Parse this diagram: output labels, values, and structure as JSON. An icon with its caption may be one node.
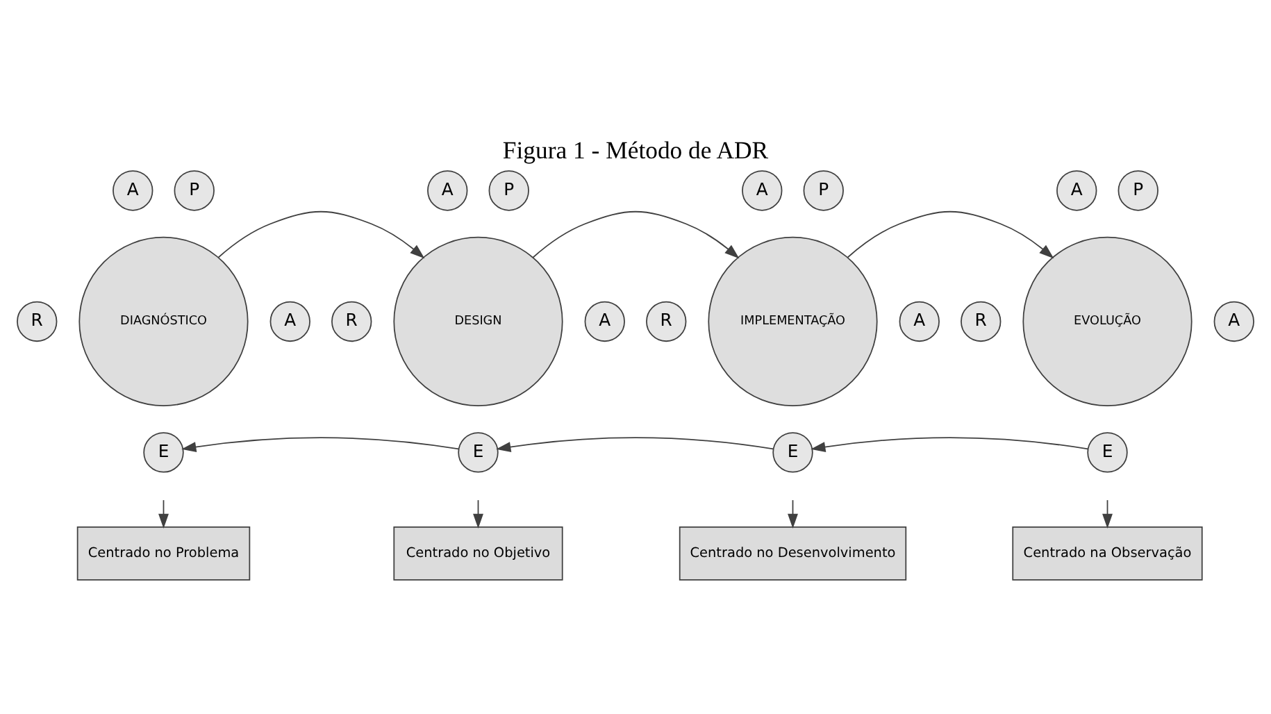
{
  "diagram": {
    "title": "Figura 1 - Método de ADR",
    "nodes": [
      {
        "text": [
          "DIAGNÓSTICO"
        ]
      },
      {
        "text": [
          "A"
        ]
      },
      {
        "text": [
          "P"
        ]
      },
      {
        "text": [
          "R"
        ]
      },
      {
        "text": [
          "A"
        ]
      },
      {
        "text": [
          "E"
        ]
      },
      {
        "text": [
          "DESIGN"
        ]
      },
      {
        "text": [
          "A"
        ]
      },
      {
        "text": [
          "P"
        ]
      },
      {
        "text": [
          "R"
        ]
      },
      {
        "text": [
          "A"
        ]
      },
      {
        "text": [
          "E"
        ]
      },
      {
        "text": [
          "IMPLEMENTAÇÃO"
        ]
      },
      {
        "text": [
          "A"
        ]
      },
      {
        "text": [
          "P"
        ]
      },
      {
        "text": [
          "R"
        ]
      },
      {
        "text": [
          "A"
        ]
      },
      {
        "text": [
          "E"
        ]
      },
      {
        "text": [
          "EVOLUÇÃO"
        ]
      },
      {
        "text": [
          "A"
        ]
      },
      {
        "text": [
          "P"
        ]
      },
      {
        "text": [
          "R"
        ]
      },
      {
        "text": [
          "A"
        ]
      },
      {
        "text": [
          "E"
        ]
      },
      {
        "text": [
          "Centrado no Problema"
        ]
      },
      {
        "text": [
          "Centrado no Objetivo"
        ]
      },
      {
        "text": [
          "Centrado no Desenvolvimento"
        ]
      },
      {
        "text": [
          "Centrado na Observação"
        ]
      }
    ],
    "edges": [
      {
        "from": 0,
        "to": 6,
        "arrow": "to"
      },
      {
        "from": 6,
        "to": 12,
        "arrow": "to"
      },
      {
        "from": 12,
        "to": 18,
        "arrow": "to"
      },
      {
        "from": 11,
        "to": 5,
        "arrow": "to"
      },
      {
        "from": 17,
        "to": 11,
        "arrow": "to"
      },
      {
        "from": 23,
        "to": 17,
        "arrow": "to"
      },
      {
        "from": null,
        "to": 24,
        "arrow": "to"
      },
      {
        "from": null,
        "to": 25,
        "arrow": "to"
      },
      {
        "from": null,
        "to": 26,
        "arrow": "to"
      },
      {
        "from": null,
        "to": 27,
        "arrow": "to"
      }
    ]
  }
}
